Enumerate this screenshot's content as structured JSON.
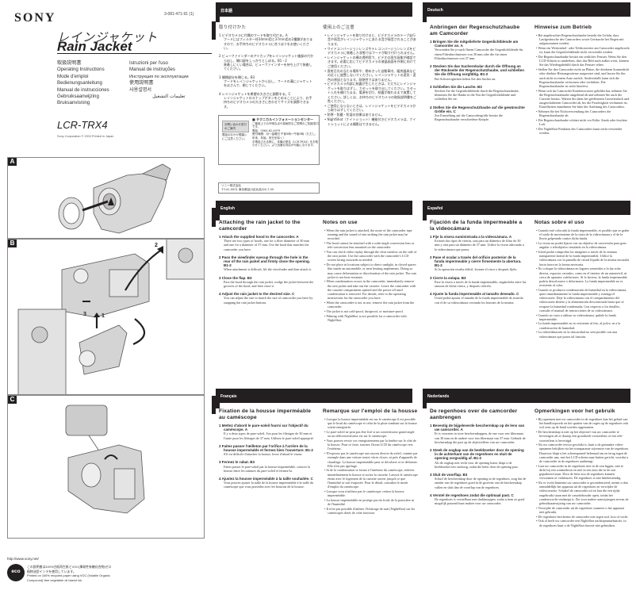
{
  "cover": {
    "brand": "SONY",
    "part_number": "3-081-471-91 (1)",
    "title_jp": "レインジャケット",
    "title_en": "Rain Jacket",
    "languages_col1": [
      "取扱説明書",
      "Operating Instructions",
      "Mode d'emploi",
      "Bedienungsanleitung",
      "Manual de instrucciones",
      "Gebruiksaanwijzing",
      "Bruksanvisning"
    ],
    "languages_col2": [
      "Istruzioni per l'uso",
      "Manual de instruções",
      "Инструкция по эксплуатации",
      "使用説明書",
      "사용설명서",
      "تعليمات التشغيل"
    ],
    "model": "LCR-TRX4",
    "copyright": "Sony Corporation © 2003 Printed in Japan"
  },
  "figures": {
    "a_label": "A",
    "b_label": "B",
    "c_label": "C",
    "b_step1": "1",
    "b_step2": "2",
    "b_step3": "3"
  },
  "footer": {
    "url": "http://www.sony.net/",
    "eco_badge": "eco",
    "eco_jp": "この説明書は100%古紙再生紙とVOC(揮発性有機化合物)ゼロ植物油型インキを使用しています。",
    "eco_en": "Printed on 100% recycled paper using VOC (Volatile Organic Compound)-free vegetable oil based ink."
  },
  "japanese": {
    "header": "日本語",
    "attach_title": "取り付けかた",
    "steps": [
      {
        "title": "1 ビデオカメラに付属のフードを取り付ける。A",
        "body": "フードにはフィルター径30mm用と37mm用の2種類がありますので、お手持ちのビデオカメラに合うほうをお使いください。"
      },
      {
        "title": "2 ビューファインダーのアイカップをレインジャケット後部の穴から出し、開口部をしっかりとしぼる。B1・2",
        "body": "装着しにくい場合は、ビューファインダーを持ち上げて装着してください。"
      },
      {
        "title": "3 開閉部分を閉じる。B3",
        "body": "フードをレインジャケットから出し、フードの溝にジャケットをはさんで、閉じてください。"
      },
      {
        "title": "4 レインジャケットを希望の大きさに調節する。C",
        "body": "レインジャケットのスナップボタンをとめることにより、お手持ちのビデオカメラの大きさに合わせてサイズを調節できます。"
      }
    ],
    "notes_title": "使用上のご注意",
    "notes": [
      "レインジャケットを取り付けると、ビデオカメラのテープ走行音や雨音がレインジャケットにあたる音が録音されることがあります。",
      "ワイドコンバージョンレンズやテレコンバージョンレンズをビデオカメラに装着した状態ではフードが取り付けられません。",
      "レインジャケットの横の透明窓で、ビデオの再生画像が確認できます。必要に応じてビデオカメラの液晶画面を外側に向けてご使用ください。",
      "直射日光の当たる場所や、閉めきった自動車内、暖房器具などの近くに放置しないでください。レインジャケットの変形・変色の原因となります。耐熱性ではありません。",
      "ビデオカメラ内部に結露が生じたときは、ただちにレインジャケットを取りはずし、カセットを取り出してください。カセット入れを開けたまま、電源を切り、結露が取れるまで放置してください。詳しくは、お持ちのビデオカメラの取扱説明書をご覧ください。",
      "ご使用にならないときは、レインジャケットをビデオカメラから取りはずしてください。",
      "防寒・防塵・防湿の効果はありません。",
      "NightShot（ナイトショット）機能付きビデオカメラは、ナイトショットによる撮影はできません。"
    ],
    "info_label": "お問い合わせ窓口のご案内",
    "info_note": "電話のおかけ間違いにご注意ください。",
    "info_title": "■ テクニカルインフォメーションセンター",
    "info_desc": "ご使用上での不明な点や技術的なご質問のご相談窓口です。",
    "info_phone": "電話：0564-62-4979",
    "info_hours": "受付時間：月～金曜日 午前9時～午後5時（ただし、年末、年始、祝日を除く）",
    "info_model": "お電話される際に、本機の型名（LCR-TRX4）をお知らせください。より迅速な対応が可能になります。",
    "company": "ソニー株式会社",
    "address": "〒141-0001 東京都品川区北品川6-7-35"
  },
  "deutsch": {
    "header": "Deutsch",
    "attach_title": "Anbringen der Regenschutzhaube am Camcorder",
    "steps": [
      {
        "title": "1 Bringen Sie die mitgelieferte Gegenlichtblende am Camcorder an. A",
        "body": "Verwenden Sie je nach Ihrem Camcorder die Gegenlichtblende für einen Filterdurchmesser von 30 mm oder die für einen Filterdurchmesser von 37 mm."
      },
      {
        "title": "2 Stecken Sie das Sucherokular durch die Öffnung an der Rückseite der Regenschutzhaube, und schließen Sie die Öffnung sorgfältig. B1-2",
        "body": "Bei Schwierigkeiten heben Sie den Sucher an."
      },
      {
        "title": "3 Schließen Sie die Lasche. B3",
        "body": "Stecken Sie die Gegenlichtblende durch die Regenschutzhaube, klemmen Sie die Haube in die Nut der Gegenlichtblende und schließen Sie sie."
      },
      {
        "title": "4 Stellen Sie die Regenschutzhaube auf die gewünschte Größe ein. C",
        "body": "Zur Einstellung auf die Camcordergröße besitzt die Regenschutzhaube verschiedene Knöpfe."
      }
    ],
    "notes_title": "Hinweise zum Betrieb",
    "notes": [
      "Bei angebrachter Regenschutzhaube besteht die Gefahr, dass Laufgeräusche des Camcorders sowie Geräusche bei Regen mit aufgenommen werden.",
      "Wenn ein Weitwinkel- oder Telekonverter am Camcorder angebracht ist, kann die Gegenlichtblende nicht verwendet werden.",
      "Die Regenschutzhaube besitzt ein seitliches Fenster. Wenn Sie den LCD-Schirm so umdrehen, dass das Bild nach außen weist, können Sie das Wiedergabebild durch das Fenster sehen.",
      "Stellen Sie den Camcorder nicht an Plätze, die direktem Sonnenlicht oder direkter Heizungswärme ausgesetzt sind, und lassen Sie ihn auch nicht in einem Auto zurück. Anderenfalls kann sich die Regenschutzhaube verformen oder verfärben. Die Regenschutzhaube ist nicht hitzefest.",
      "Wenn sich im Camcorder Kondenswasser gebildet hat, nehmen Sie die Regenschutzhaube umgehend ab und nehmen Sie auch die Cassette heraus. Warten Sie dann bei geöffnetem Cassettenfach und ausgeschaltetem Camcorder ab, bis die Feuchtigkeit verdunstet ist. Einzelheiten entnehmen Sie bitte der Anleitung des Camcorders.",
      "Nehmen Sie bei Nichtverwendung des Camcorders die Regenschutzhaube ab.",
      "Die Regenschutzhaube schützt nicht vor Kälte, Staub oder feuchter Luft.",
      "Die NightShot-Funktion des Camcorders kann nicht verwendet werden."
    ]
  },
  "english": {
    "header": "English",
    "attach_title": "Attaching the rain jacket to the camcorder",
    "steps": [
      {
        "title": "1 Attach the supplied hood to the camcorder. A",
        "body": "There are two types of hoods, one for a filter diameter of 30 mm and one for a diameter of 37 mm. Use the hood that matches the camcorder you have."
      },
      {
        "title": "2 Pass the viewfinder eyecup through the hole in the rear of the rain jacket and firmly close the opening. B1-2",
        "body": "When attachment is difficult, lift the viewfinder and then attach it."
      },
      {
        "title": "3 Close the flap. B3",
        "body": "Pass the hood through the rain jacket, wedge the jacket between the grooves of the hood, and then close it."
      },
      {
        "title": "4 Adjust the rain jacket to the desired size. C",
        "body": "You can adjust the size to match the size of camcorder you have by snapping the rain jacket buttons."
      }
    ],
    "notes_title": "Notes on use",
    "notes": [
      "When the rain jacket is attached, the noise of the camcorder tape running and the sound of rain striking the rain jacket may be recorded.",
      "The hood cannot be attached with a wide-angle conversion lens or tele-conversion lens mounted on the camcorder.",
      "You can check video replay through the clear window on the side of the rain jacket. Use the camcorder with the camcorder's LCD screen facing outwards as needed.",
      "Do not place in locations subject to direct sunlight, in closed spaces like inside an automobile, or near heating implements. Doing so may cause deformation or discoloration of the rain jacket. The rain jacket is not heat-resistant.",
      "When condensation occurs in the camcorder, immediately remove the rain jacket and take out the cassette. Leave the camcorder with the cassette compartment opened and the power off until condensation is removed. For details, refer to the operating instructions for the camcorder you have.",
      "When the camcorder is not in use, remove the rain jacket from the camcorder.",
      "The jacket is not cold-proof, dustproof, or moisture-proof.",
      "Filming with NightShot is not possible for a camcorder with NightShot."
    ]
  },
  "espanol": {
    "header": "Español",
    "attach_title": "Fijación de la funda impermeable a la videocámara",
    "steps": [
      {
        "title": "1 Fije la visera suministrada a la videocámara. A",
        "body": "Existen dos tipos de viseras, una para un diámetro de filtro de 30 mm y otra para un diámetro de 37 mm. Utilice la visera adecuada a la videocámara que posea."
      },
      {
        "title": "2 Pase el ocular a través del orificio posterior de la funda impermeable y cierre firmemente la abertura. B1-2",
        "body": "Si la operación resulta difícil, levante el visor y después fíjelo."
      },
      {
        "title": "3 Cierre la solapa. B3",
        "body": "Pase la visera a través de la funda impermeable, engánchela entre las ranuras de dicha visera, y después ciérrela."
      },
      {
        "title": "4 Ajuste la funda impermeable al tamaño deseado. C",
        "body": "Usted podrá ajustar el tamaño de la funda impermeable de acuerdo con el de su videocámara cerrando los botones de la misma."
      }
    ],
    "notes_title": "Notas sobre el uso",
    "notes": [
      "Cuando esté colocada la funda impermeable, es posible que se grabe el ruido de movimiento de la cinta de la videocámara y el de la lluvia golpeando contra dicha funda.",
      "La visera no podrá fijarse con un objetivo de conversión para gran angular o teleobjetivo instalado en la videocámara.",
      "Usted podrá comprobar las imágenes a través de la ventana transparente lateral de la funda impermeable. Utilice la videocámara con la pantalla de cristal líquido de la misma encarada hacia fuera en la forma necesaria.",
      "No coloque la videocámara en lugares sometidos a la luz solar directa, espacios cerrados, como en el interior de un automóvil, ni cerca de aparatos calefactores. Si lo hiciese, la funda impermeable podría descolorarse o deformarse. La funda impermeable no es resistente al calor.",
      "Cuando se produzca condensación de humedad en la videocámara, quite inmediatamente la funda impermeable y extraiga el videocasete. Deje la videocámara con el compartimiento del videocasete abierto y la alimentación desconectada hasta que se evapore la humedad condensada. Con respecto a los detalles, consulte el manual de instrucciones de su videocámara.",
      "Cuando no vaya a utilizar su videocámara, quítele la funda impermeable.",
      "La funda impermeable no es resistente al frío, al polvo, ni a la condensación de humedad.",
      "La videofilmación en la obscuridad no será posible con una videocámara que posea tal función."
    ]
  },
  "francais": {
    "header": "Français",
    "attach_title": "Fixation de la housse imperméable au caméscope",
    "steps": [
      {
        "title": "1 Mettez d'abord le pare-soleil fourni sur l'objectif du caméscope. A",
        "body": "Il y a deux types de pare-soleil, l'un pour les filetages de 30 mm et l'autre pour les filetages de 37 mm. Utilisez le pare-soleil approprié."
      },
      {
        "title": "2 Faites passer l'œilleton par l'orifice à l'arrière de la housse imperméable et fermez bien l'ouverture. B1-2",
        "body": "S'il est difficile d'attacher la housse, levez d'abord le viseur."
      },
      {
        "title": "3 Fermez le rabat. B3",
        "body": "Faites passer le pare-soleil par la housse imperméable, coincez la housse entre les rainures du pare-soleil et fermez-la."
      },
      {
        "title": "4 Ajustez la housse imperméable à la taille souhaitée. C",
        "body": "Vous pouvez ajuster la taille de la housse imperméable à la taille du caméscope que vous possédez avec les boutons de la housse."
      }
    ],
    "notes_title": "Remarque sur l'emploi de la housse",
    "notes": [
      "Lorsque la housse imperméable est sur le caméscope il est possible que le bruit du caméscope et celui de la pluie tombant sur la housse soient enregistrés.",
      "Le pare-soleil ne peut pas être fixé si un convertisseur grand angle ou un téléconvertisseur est sur le caméscope.",
      "Vous pouvez revoir vos enregistrements par la fenêtre sur le côté de la housse. Pour ce faire, tournez l'écran LCD du caméscope vers l'extérieur.",
      "N'exposez pas le caméscope aux rayons directs du soleil, comme par exemple dans une voiture toutes vitres closes, ni près d'appareils de chauffage. La housse imperméable peut se décolorer et se déformer. Elle n'est pas ignifuge.",
      "Si de la condensation se forme à l'intérieur du caméscope, enlevez immédiatement la housse et sortez la cassette. Laissez le caméscope éteint avec le logement de la cassette ouvert jusqu'à ce que l'humidité se soit évaporée. Pour le détail, consultez le mode d'emploi du caméscope.",
      "Lorsque vous n'utilisez pas le caméscope, retirez la housse imperméable.",
      "La housse imperméable ne protège pas du froid, de la poussière ni de l'humidité.",
      "Il n'est pas possible d'utiliser l'éclairage de nuit (NightShot) sur les caméscopes dotés de cette fonction."
    ]
  },
  "nederlands": {
    "header": "Nederlands",
    "attach_title": "De regenhoes over de camcorder aanbrengen",
    "steps": [
      {
        "title": "1 Bevestig de bijgeleverde beschermkap op de lens van uw camcorder. A",
        "body": "Er is voorzien in twee beschermkappen, de ene voor een filtermaat van 30 mm en de andere voor een filtermaat van 37 mm. Gebruik de beschermkap die past op de objectieflens van uw camcorder."
      },
      {
        "title": "2 Steek de oogkap van de beeldzoeker door de opening in de achterkant van de regenhoes en sluit de opening zorgvuldig af. B1-2",
        "body": "Als de oogkap niet recht voor de opening komt, klapt u de beeldzoeker iets omhoog, zodat die beter door de opening past."
      },
      {
        "title": "3 Sluit de voorflap. B3",
        "body": "Schuif de beschermkap door de opening in de regenhoes, zorg dat de randen van de regenhoes goed in de groeven van de beschermkap vallen en sluit dan de voorflap van de regenhoes."
      },
      {
        "title": "4 Verstel de regenhoes zodat die optimaal past. C",
        "body": "De regenhoes is verstelbaar met drukknoppen, zodat u hem zo goed mogelijk passend kunt maken voor uw camcorder."
      }
    ],
    "notes_title": "Opmerkingen voor het gebruik",
    "notes": [
      "Bij opnemen met uw camcorder in de regenhoes kan het geluid van het bandloopwerk en het spatten van de regen op de regenhoes ook wel eens op de band worden opgenomen.",
      "De beschermkap is niet op het objectief van uw camcorder te bevestigen als er daarop een groothoek-voorzetlens of een tele-voorzetlens is bevestigd.",
      "Als uw camcorder ervoor geschikt is, kunt u de gemaakte video-opnamen bekijken via het transparante zijvenster van de regenhoes. Daarvoor klapt u het schermpaneel helemaal om en terug tegen de camcorder aan, met het LCD scherm naar buiten gericht, voordat u de camcorder in de regenhoes aanbrengt.",
      "Laat uw camcorder in de regenhoes niet in de zon liggen, niet te dicht bij een warmtebron en niet in een auto die in de zon geparkeerd staat. Door de hitte zou de regenhoes kunnen vervormen of verkleuren. De regenhoes is niet hittebestendig.",
      "Als er vocht binnenin uw camcorder is gecondenseerd, neemt u dan onmiddellijk het apparaat uit de regenhoes en verwijder de videocassette. Schakel de camcorder uit en laat die een tijdje ongebruikt staan met de cassettehouder open, totdat het condensvocht verdampt is. Zie voor nadere aanwijzingen tevens de gebruiksaanwijzing van uw camcorder.",
      "Verwijder de camcorder uit de regenhoes wanneer u het apparaat niet gebruikt.",
      "De regenhoes beschermt de camcorder niet tegen stof, kou of vocht.",
      "Ook al heeft uw camcorder een NightShot nachtopnamefunctie, in de regenhoes kunt u de NightShot functie niet gebruiken."
    ]
  }
}
